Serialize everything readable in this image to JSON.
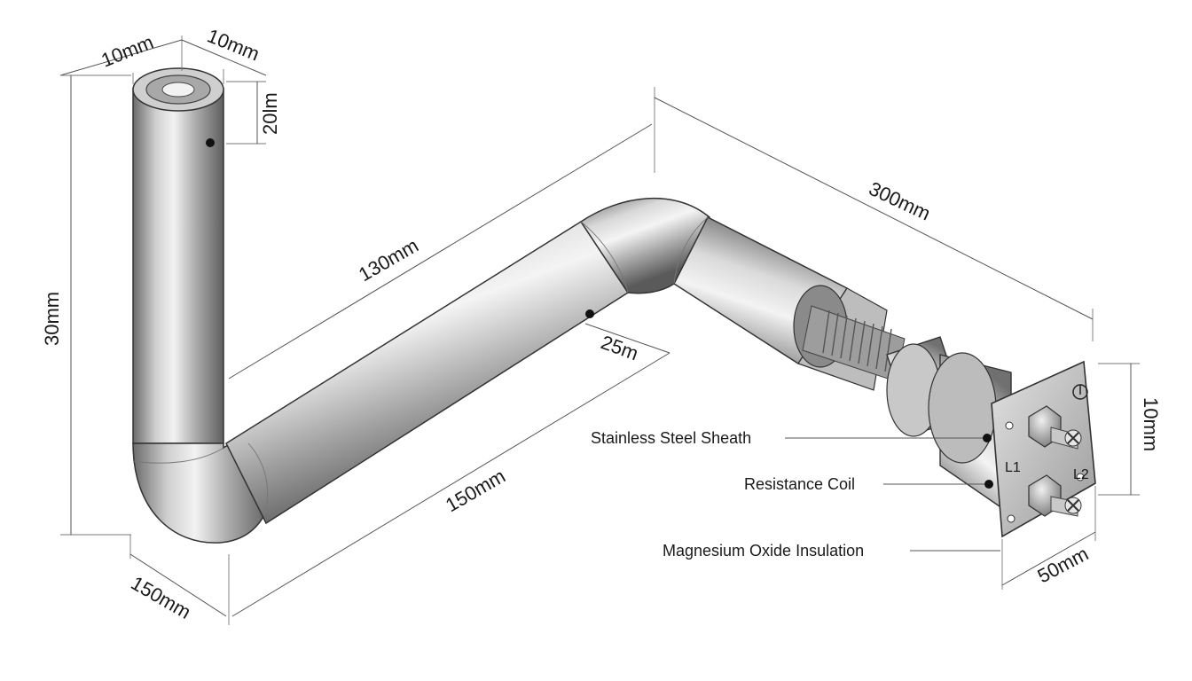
{
  "dimensions": {
    "top_left_width": "10mm",
    "top_right_width": "10mm",
    "top_depth": "20lm",
    "vertical_height": "30mm",
    "upper_diagonal": "130mm",
    "bend_offset": "25m",
    "right_length": "300mm",
    "lower_diagonal": "150mm",
    "bottom_left": "150mm",
    "flange_height": "10mm",
    "flange_width": "50mm"
  },
  "callouts": {
    "sheath": "Stainless Steel Sheath",
    "coil": "Resistance Coil",
    "insulation": "Magnesium Oxide Insulation"
  },
  "terminals": {
    "l1": "L1",
    "l2": "L2"
  }
}
